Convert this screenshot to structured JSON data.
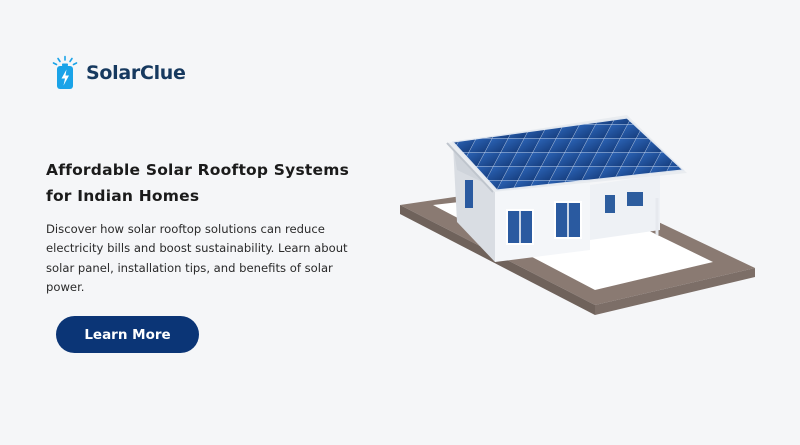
{
  "brand": {
    "name": "SolarClue",
    "accent_color": "#1aa3e8",
    "text_color": "#16395f",
    "icon": "battery-bolt-icon"
  },
  "hero": {
    "headline_line1": "Affordable Solar Rooftop Systems",
    "headline_line2": "for Indian Homes",
    "description": "Discover how solar rooftop solutions can reduce electricity bills and boost sustainability. Learn about solar panel, installation tips, and benefits of solar power.",
    "cta_label": "Learn More",
    "cta_color": "#0b3576"
  },
  "illustration": {
    "subject": "house-with-solar-panels-illustration",
    "panel_color": "#1e4f9a",
    "base_color": "#8a7a72"
  }
}
